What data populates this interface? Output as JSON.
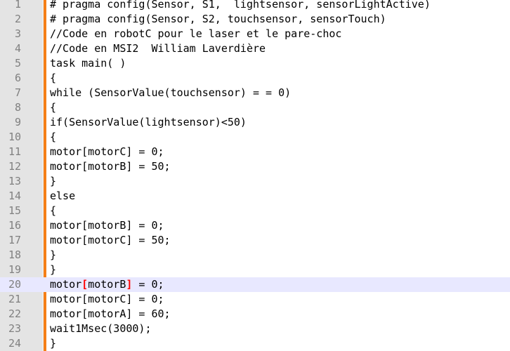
{
  "editor": {
    "colors": {
      "change_bar": "#f57f17",
      "gutter": "#e4e4e4",
      "current_line": "#e8e8ff",
      "brace_highlight": "#ff0000",
      "line_number": "#808080"
    },
    "current_line": 20,
    "lines": [
      {
        "num": "1",
        "code": "# pragma config(Sensor, S1,  lightsensor, sensorLightActive)"
      },
      {
        "num": "2",
        "code": "# pragma config(Sensor, S2, touchsensor, sensorTouch)"
      },
      {
        "num": "3",
        "code": "//Code en robotC pour le laser et le pare-choc"
      },
      {
        "num": "4",
        "code": "//Code en MSI2  William Laverdière"
      },
      {
        "num": "5",
        "code": "task main( )"
      },
      {
        "num": "6",
        "code": "{"
      },
      {
        "num": "7",
        "code": "while (SensorValue(touchsensor) = = 0)"
      },
      {
        "num": "8",
        "code": "{"
      },
      {
        "num": "9",
        "code": "if(SensorValue(lightsensor)<50)"
      },
      {
        "num": "10",
        "code": "{"
      },
      {
        "num": "11",
        "code": "motor[motorC] = 0;"
      },
      {
        "num": "12",
        "code": "motor[motorB] = 50;"
      },
      {
        "num": "13",
        "code": "}"
      },
      {
        "num": "14",
        "code": "else"
      },
      {
        "num": "15",
        "code": "{"
      },
      {
        "num": "16",
        "code": "motor[motorB] = 0;"
      },
      {
        "num": "17",
        "code": "motor[motorC] = 50;"
      },
      {
        "num": "18",
        "code": "}"
      },
      {
        "num": "19",
        "code": "}"
      },
      {
        "num": "20",
        "code_parts": {
          "pre": "motor",
          "open": "[",
          "mid": "motorB",
          "close": "]",
          "post": " = 0;"
        }
      },
      {
        "num": "21",
        "code": "motor[motorC] = 0;"
      },
      {
        "num": "22",
        "code": "motor[motorA] = 60;"
      },
      {
        "num": "23",
        "code": "wait1Msec(3000);"
      },
      {
        "num": "24",
        "code": "}"
      }
    ]
  }
}
